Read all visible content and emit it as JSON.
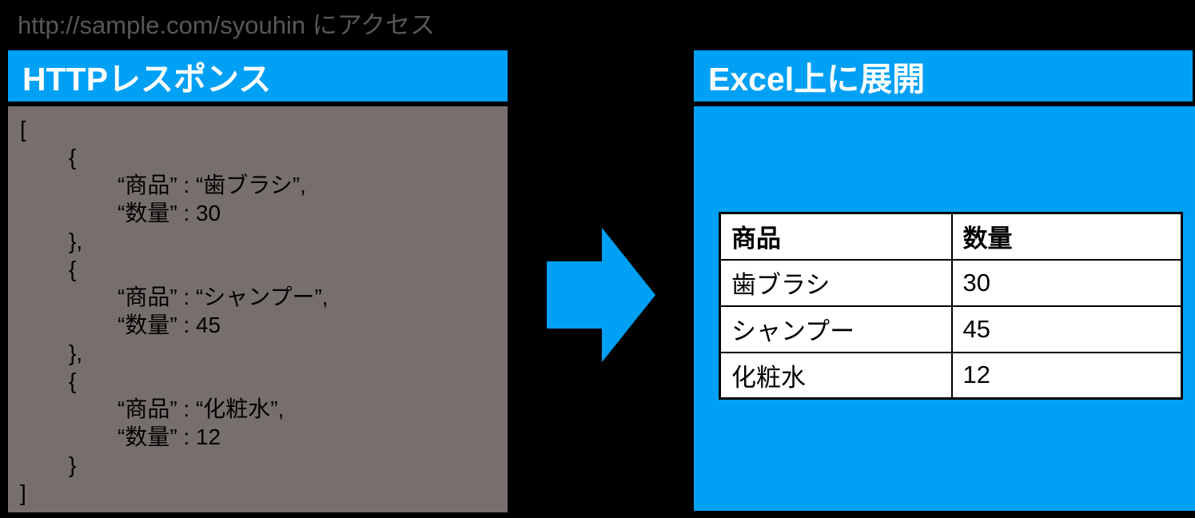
{
  "url_note": "http://sample.com/syouhin  にアクセス",
  "left_panel": {
    "title": "HTTPレスポンス",
    "code_lines": [
      {
        "indent": 0,
        "text": "["
      },
      {
        "indent": 1,
        "text": "{"
      },
      {
        "indent": 2,
        "text": "“商品” : “歯ブラシ”,"
      },
      {
        "indent": 2,
        "text": "“数量” : 30"
      },
      {
        "indent": 1,
        "text": "},"
      },
      {
        "indent": 1,
        "text": "{"
      },
      {
        "indent": 2,
        "text": "“商品” : “シャンプー”,"
      },
      {
        "indent": 2,
        "text": "“数量” : 45"
      },
      {
        "indent": 1,
        "text": "},"
      },
      {
        "indent": 1,
        "text": "{"
      },
      {
        "indent": 2,
        "text": "“商品” : “化粧水”,"
      },
      {
        "indent": 2,
        "text": "“数量” : 12"
      },
      {
        "indent": 1,
        "text": "}"
      },
      {
        "indent": 0,
        "text": "]"
      }
    ]
  },
  "arrow": {
    "icon": "right-arrow-icon",
    "direction": "right"
  },
  "right_panel": {
    "title": "Excel上に展開",
    "table": {
      "headers": [
        "商品",
        "数量"
      ],
      "rows": [
        [
          "歯ブラシ",
          "30"
        ],
        [
          "シャンプー",
          "45"
        ],
        [
          "化粧水",
          "12"
        ]
      ]
    }
  },
  "colors": {
    "accent": "#00A0F5",
    "gray": "#776F6D",
    "url_text": "#55585A",
    "background": "#000000"
  }
}
